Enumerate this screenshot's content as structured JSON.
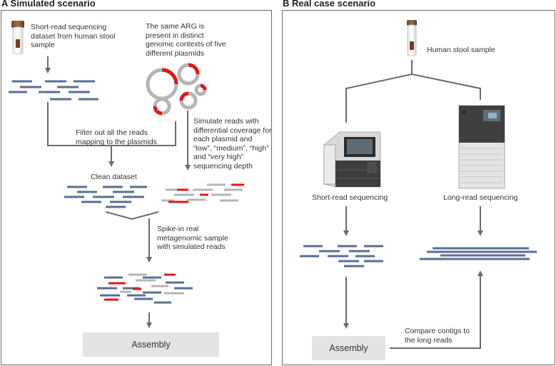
{
  "panel_a": {
    "title": "A Simulated scenario",
    "stool_dataset_text": "Short-read sequencing\ndataset from human stool\nsample",
    "arg_text": "The same ARG is\npresent in distinct\ngenomic contexts of five\ndifferent plasmids",
    "filter_text": "Filter out all the reads\nmapping to the plasmids",
    "simulate_text": "Simulate reads with\ndifferential coverage for\neach plasmid and\n“low”, “medium”, “high”\nand “very high”\nsequencing depth",
    "clean_dataset_label": "Clean dataset",
    "spike_in_text": "Spike-in real\nmetagenomic sample\nwith simulated reads",
    "assembly_label": "Assembly"
  },
  "panel_b": {
    "title": "B Real case scenario",
    "stool_sample_label": "Human stool sample",
    "short_read_label": "Short-read sequencing",
    "long_read_label": "Long-read sequencing",
    "assembly_label": "Assembly",
    "compare_text": "Compare contigs to\nthe long reads"
  },
  "colors": {
    "read_blue": "#5a6f93",
    "read_red": "#e11818",
    "read_gray": "#b5b5b5",
    "line_gray": "#6b6b6b",
    "assembly_box": "#e4e4e4"
  }
}
